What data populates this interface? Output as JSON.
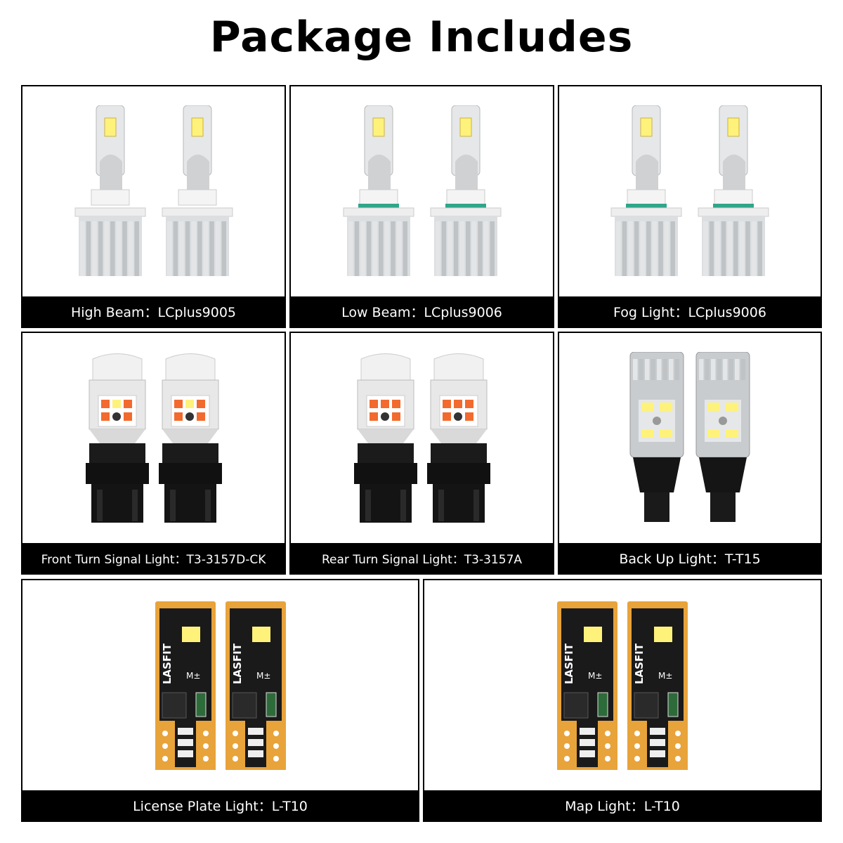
{
  "title": "Package Includes",
  "panels": [
    {
      "label": "High Beam：LCplus9005",
      "bulb_type": "headlight-9005"
    },
    {
      "label": "Low Beam：LCplus9006",
      "bulb_type": "headlight-9006"
    },
    {
      "label": "Fog Light：LCplus9006",
      "bulb_type": "headlight-9006"
    },
    {
      "label": "Front Turn Signal Light：T3-3157D-CK",
      "bulb_type": "3157-switchback"
    },
    {
      "label": "Rear Turn Signal Light：T3-3157A",
      "bulb_type": "3157-amber"
    },
    {
      "label": "Back Up Light：T-T15",
      "bulb_type": "t15"
    },
    {
      "label": "License Plate Light：L-T10",
      "bulb_type": "t10",
      "brand_mark": "LASFIT"
    },
    {
      "label": "Map Light：L-T10",
      "bulb_type": "t10",
      "brand_mark": "LASFIT"
    }
  ],
  "colors": {
    "caption_bg": "#000000",
    "caption_text": "#ffffff",
    "pcb_gold": "#e8a33a",
    "led_yellow": "#fff27a",
    "amber_led": "#f26a2e"
  }
}
